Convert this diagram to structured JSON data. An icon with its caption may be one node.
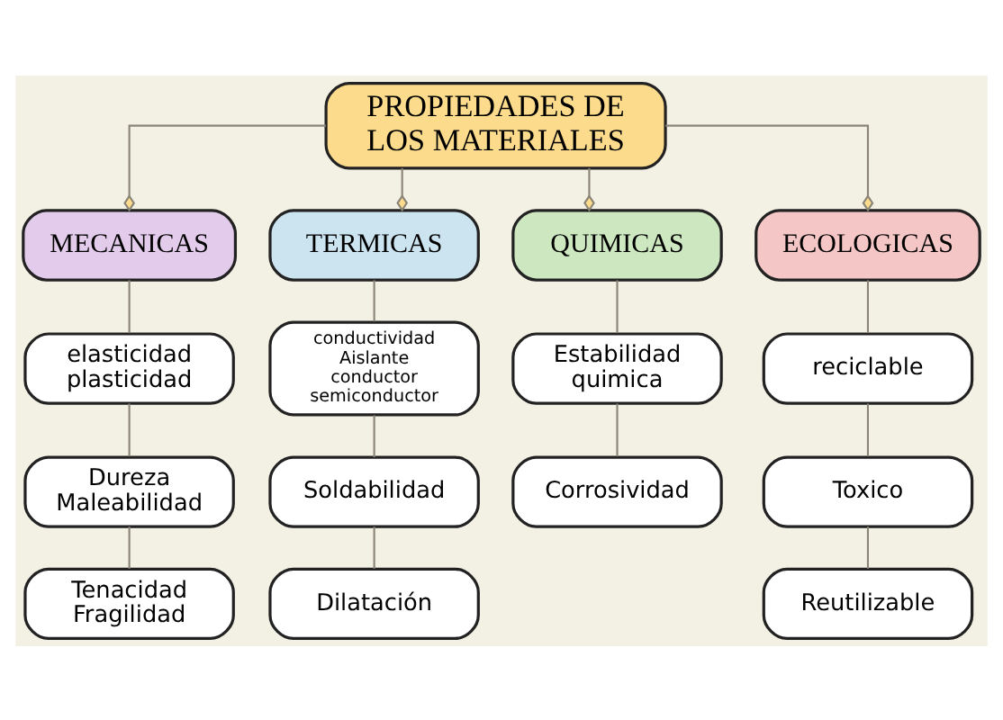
{
  "diagram": {
    "nodes": [
      {
        "text": [
          "PROPIEDADES DE LOS MATERIALES"
        ]
      },
      {
        "text": [
          "MECANICAS"
        ]
      },
      {
        "text": [
          "TERMICAS"
        ]
      },
      {
        "text": [
          "QUIMICAS"
        ]
      },
      {
        "text": [
          "ECOLOGICAS"
        ]
      },
      {
        "text": [
          "elasticidad plasticidad"
        ]
      },
      {
        "text": [
          "Dureza Maleabilidad"
        ]
      },
      {
        "text": [
          "Tenacidad Fragilidad"
        ]
      },
      {
        "text": [
          "conductividad Aislante conductor semiconductor"
        ]
      },
      {
        "text": [
          "Soldabilidad"
        ]
      },
      {
        "text": [
          "Dilatación"
        ]
      },
      {
        "text": [
          "Estabilidad quimica"
        ]
      },
      {
        "text": [
          "Corrosividad"
        ]
      },
      {
        "text": [
          "reciclable"
        ]
      },
      {
        "text": [
          "Toxico"
        ]
      },
      {
        "text": [
          "Reutilizable"
        ]
      }
    ],
    "edges": [
      {
        "from": 0,
        "to": 1,
        "arrow": "other"
      },
      {
        "from": 0,
        "to": 2,
        "arrow": "other"
      },
      {
        "from": 0,
        "to": 3,
        "arrow": "other"
      },
      {
        "from": 0,
        "to": 4,
        "arrow": "other"
      },
      {
        "from": 1,
        "to": 5,
        "arrow": "none"
      },
      {
        "from": 5,
        "to": 6,
        "arrow": "none"
      },
      {
        "from": 6,
        "to": 7,
        "arrow": "none"
      },
      {
        "from": 2,
        "to": 8,
        "arrow": "none"
      },
      {
        "from": 8,
        "to": 9,
        "arrow": "none"
      },
      {
        "from": 9,
        "to": 10,
        "arrow": "none"
      },
      {
        "from": 3,
        "to": 11,
        "arrow": "none"
      },
      {
        "from": 11,
        "to": 12,
        "arrow": "none"
      },
      {
        "from": 4,
        "to": 13,
        "arrow": "none"
      },
      {
        "from": 13,
        "to": 14,
        "arrow": "none"
      },
      {
        "from": 14,
        "to": 15,
        "arrow": "none"
      }
    ]
  }
}
